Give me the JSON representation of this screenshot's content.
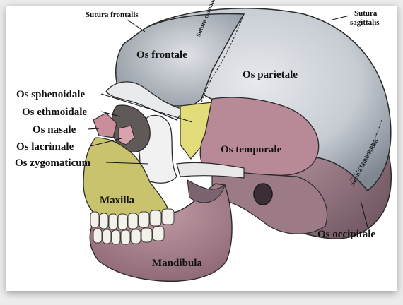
{
  "labels": {
    "sutura_frontalis": "Sutura frontalis",
    "sutura_sagittalis_1": "Sutura",
    "sutura_sagittalis_2": "sagittalis",
    "os_frontale": "Os frontale",
    "sutura_coronalis": "Sutura coronalis",
    "os_parietale": "Os parietale",
    "os_sphenoidale": "Os sphenoidale",
    "os_ethmoidale": "Os ethmoidale",
    "os_nasale": "Os nasale",
    "os_lacrimale": "Os lacrimale",
    "os_zygomaticum": "Os zygomaticum",
    "os_temporale": "Os temporale",
    "sutura_lambdoidea": "Sutura lambdoidea",
    "maxilla": "Maxilla",
    "os_occipitale": "Os occipitale",
    "mandibula": "Mandibula"
  },
  "colors": {
    "frontal": "#c9cdd4",
    "parietal": "#d7dbe0",
    "temporal": "#b88a97",
    "sphenoid": "#e2dc7a",
    "maxilla": "#c8c36c",
    "zygomatic": "#eeeeee",
    "nasal": "#c98e9a",
    "mandible": "#b58a94",
    "occipital": "#a98792",
    "outline": "#2a2a2a"
  }
}
